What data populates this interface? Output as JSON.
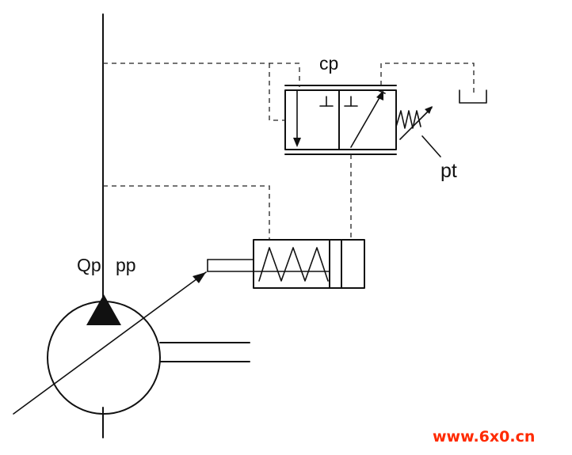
{
  "labels": {
    "pump_flow": "Qp",
    "pump_pressure": "pp",
    "valve": "cp",
    "spring_setting": "pt"
  },
  "watermark": {
    "text": "www.6x0.cn",
    "color": "#ff2a00"
  },
  "icons": {
    "pump": "variable-displacement-pump-icon",
    "cylinder": "spring-loaded-cylinder-icon",
    "valve": "two-position-valve-icon",
    "tank": "tank-icon",
    "spring": "adjustable-spring-icon"
  }
}
